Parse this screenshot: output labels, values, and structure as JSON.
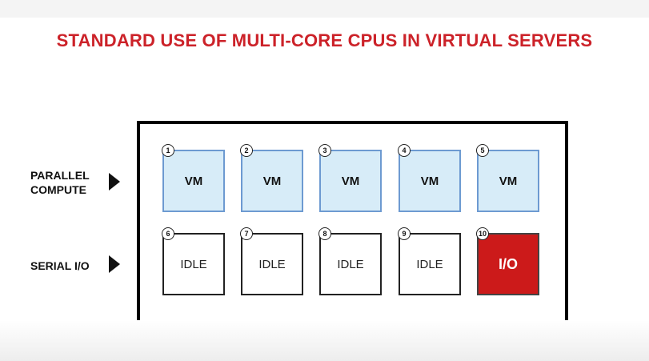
{
  "title": "STANDARD USE OF MULTI-CORE CPUS IN VIRTUAL SERVERS",
  "colors": {
    "title": "#cc2229",
    "vm_fill": "#d7ecf8",
    "vm_border": "#6d9ad1",
    "io_fill": "#cc1a1a",
    "frame": "#000000"
  },
  "rows": [
    {
      "label_line1": "PARALLEL",
      "label_line2": "COMPUTE"
    },
    {
      "label_line1": "SERIAL I/O",
      "label_line2": ""
    }
  ],
  "cores": [
    {
      "number": "1",
      "label": "VM",
      "kind": "vm"
    },
    {
      "number": "2",
      "label": "VM",
      "kind": "vm"
    },
    {
      "number": "3",
      "label": "VM",
      "kind": "vm"
    },
    {
      "number": "4",
      "label": "VM",
      "kind": "vm"
    },
    {
      "number": "5",
      "label": "VM",
      "kind": "vm"
    },
    {
      "number": "6",
      "label": "IDLE",
      "kind": "idle"
    },
    {
      "number": "7",
      "label": "IDLE",
      "kind": "idle"
    },
    {
      "number": "8",
      "label": "IDLE",
      "kind": "idle"
    },
    {
      "number": "9",
      "label": "IDLE",
      "kind": "idle"
    },
    {
      "number": "10",
      "label": "I/O",
      "kind": "io"
    }
  ]
}
